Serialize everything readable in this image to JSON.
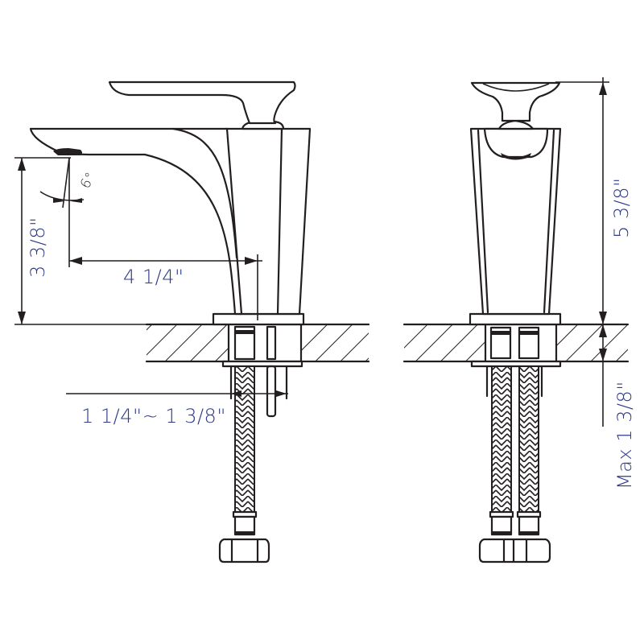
{
  "diagram": {
    "subject": "single-handle bathroom faucet dimension drawing",
    "views": [
      "side-view",
      "front-view"
    ],
    "colors": {
      "line": "#231f20",
      "dimension_text": "#2e3a87",
      "background": "#ffffff"
    }
  },
  "dimensions": {
    "spout_height": "3 3/8\"",
    "spout_reach": "4 1/4\"",
    "spout_angle": "6°",
    "deck_thickness_range": "1 1/4\"~ 1 3/8\"",
    "total_height": "5 3/8\"",
    "max_deck_thickness": "Max 1 3/8\""
  }
}
